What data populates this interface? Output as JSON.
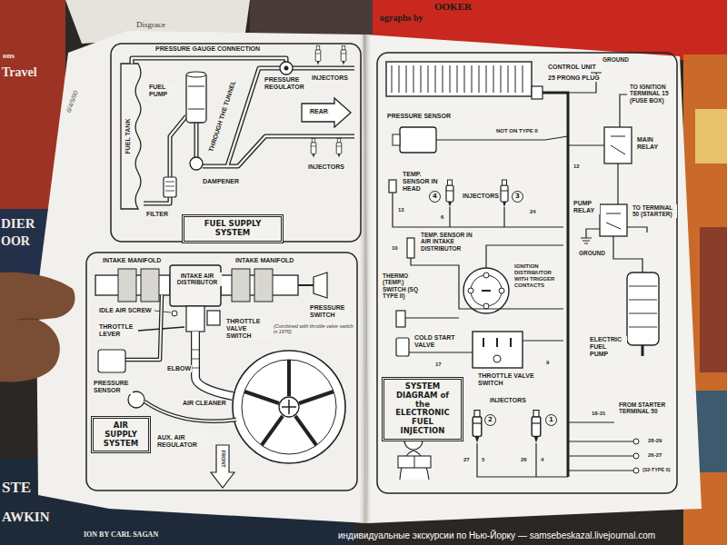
{
  "diagram": {
    "nodes": [
      {
        "text": [
          "FUEL SUPPLY SYSTEM"
        ]
      },
      {
        "text": [
          "AIR SUPPLY SYSTEM"
        ]
      },
      {
        "text": [
          "4"
        ]
      },
      {
        "text": [
          "3"
        ]
      },
      {
        "text": [
          "SYSTEM DIAGRAM of the ELECTRONIC FUEL INJECTION"
        ]
      },
      {
        "text": [
          "2"
        ]
      },
      {
        "text": [
          "1"
        ]
      }
    ],
    "labels": [
      "Disgrace",
      "ons",
      "Travel",
      "ographs by",
      "OOKER",
      "DIER",
      "OOR",
      "STE",
      "AWKIN",
      "ION BY CARL SAGAN",
      "индивидуальные экскурсии по Нью-Йорку — samsebeskazal.livejournal.com",
      "6/4/5/90",
      "PRESSURE GAUGE CONNECTION",
      "FUEL TANK",
      "FUEL PUMP",
      "FILTER",
      "DAMPENER",
      "THROUGH THE TUNNEL",
      "PRESSURE REGULATOR",
      "INJECTORS",
      "REAR",
      "INJECTORS",
      "INTAKE MANIFOLD",
      "INTAKE MANIFOLD",
      "INTAKE AIR DISTRIBUTOR",
      "PRESSURE SWITCH",
      "(Combined with throttle valve switch in 1970)",
      "IDLE AIR SCREW",
      "THROTTLE LEVER",
      "THROTTLE VALVE SWITCH",
      "PRESSURE SENSOR",
      "ELBOW",
      "AIR CLEANER",
      "AUX. AIR REGULATOR",
      "FRONT",
      "CONTROL UNIT",
      "25 PRONG PLUG",
      "GROUND",
      "TO IGNITION TERMINAL 15 (FUSE BOX)",
      "MAIN RELAY",
      "PRESSURE SENSOR",
      "NOT ON TYPE II",
      "TEMP. SENSOR IN HEAD",
      "INJECTORS",
      "TEMP. SENSOR IN AIR INTAKE DISTRIBUTOR",
      "IGNITION DISTRIBUTOR WITH TRIGGER CONTACTS",
      "THERMO (TEMP.) SWITCH (SQ TYPE II)",
      "COLD START VALVE",
      "THROTTLE VALVE SWITCH",
      "PUMP RELAY",
      "TO TERMINAL 50 (STARTER)",
      "GROUND",
      "ELECTRIC FUEL PUMP",
      "INJECTORS",
      "FROM STARTER TERMINAL 50",
      "13",
      "6",
      "24",
      "12",
      "10",
      "17",
      "9",
      "18-31",
      "28-29",
      "26-27",
      "(32-TYPE II)",
      "27",
      "5",
      "26",
      "4"
    ]
  }
}
